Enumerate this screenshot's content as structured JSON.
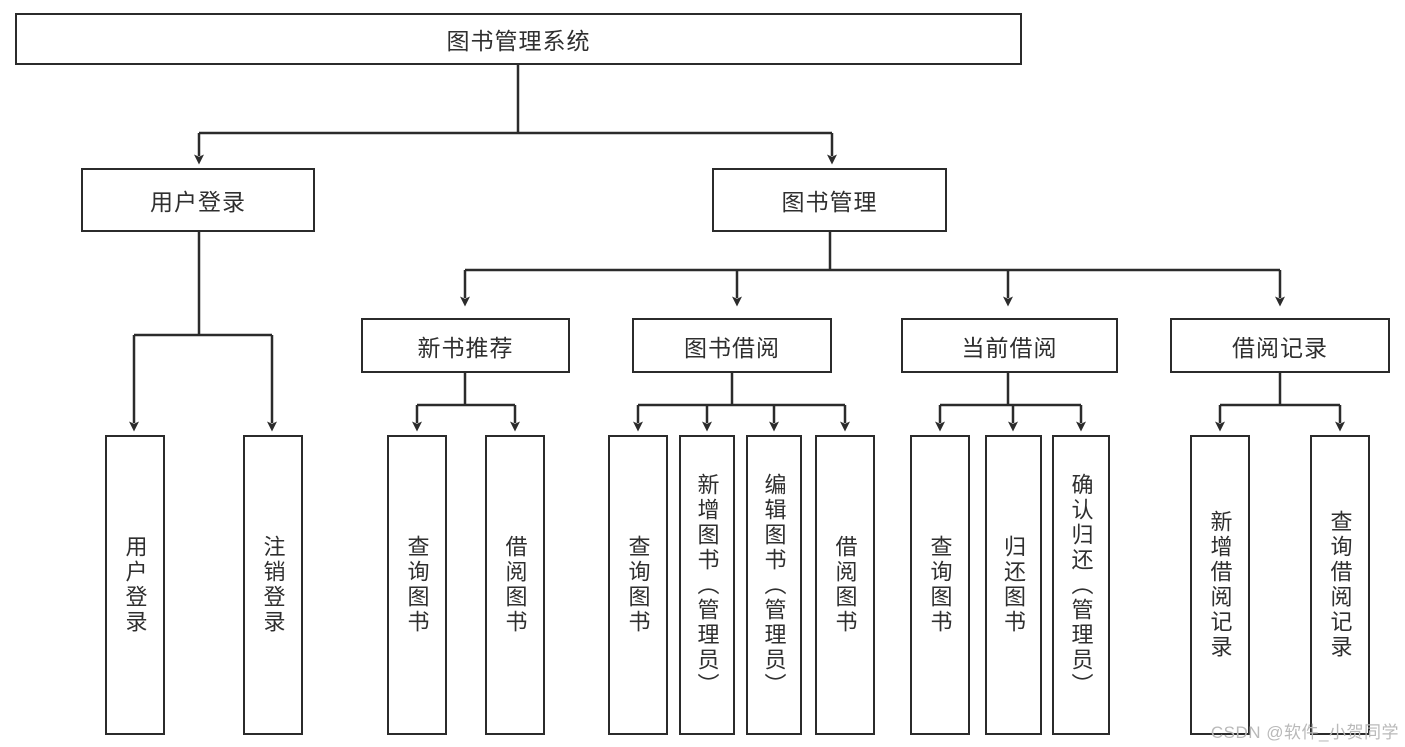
{
  "diagram": {
    "type": "tree",
    "title": "图书管理系统",
    "watermark": "CSDN @软件_小贺同学",
    "colors": {
      "stroke": "#2b2b2b",
      "text": "#2f2f2f",
      "background": "#ffffff",
      "watermark": "#b9b9b9"
    },
    "nodes": {
      "root": {
        "label": "图书管理系统"
      },
      "level2": [
        {
          "id": "user-login",
          "label": "用户登录"
        },
        {
          "id": "book-manage",
          "label": "图书管理"
        }
      ],
      "level3": [
        {
          "id": "new-book-recommend",
          "label": "新书推荐"
        },
        {
          "id": "book-borrow",
          "label": "图书借阅"
        },
        {
          "id": "current-borrow",
          "label": "当前借阅"
        },
        {
          "id": "borrow-record",
          "label": "借阅记录"
        }
      ],
      "leaves": {
        "user-login": [
          {
            "id": "leaf-user-login",
            "label": "用户登录"
          },
          {
            "id": "leaf-logout-login",
            "label": "注销登录"
          }
        ],
        "new-book-recommend": [
          {
            "id": "leaf-query-book-1",
            "label": "查询图书"
          },
          {
            "id": "leaf-borrow-book-1",
            "label": "借阅图书"
          }
        ],
        "book-borrow": [
          {
            "id": "leaf-query-book-2",
            "label": "查询图书"
          },
          {
            "id": "leaf-add-book",
            "label": "新增图书（管理员）"
          },
          {
            "id": "leaf-edit-book",
            "label": "编辑图书（管理员）"
          },
          {
            "id": "leaf-borrow-book-2",
            "label": "借阅图书"
          }
        ],
        "current-borrow": [
          {
            "id": "leaf-query-book-3",
            "label": "查询图书"
          },
          {
            "id": "leaf-return-book",
            "label": "归还图书"
          },
          {
            "id": "leaf-confirm-return",
            "label": "确认归还（管理员）"
          }
        ],
        "borrow-record": [
          {
            "id": "leaf-add-record",
            "label": "新增借阅记录"
          },
          {
            "id": "leaf-query-record",
            "label": "查询借阅记录"
          }
        ]
      }
    },
    "edges": [
      {
        "from": "图书管理系统",
        "to": "用户登录"
      },
      {
        "from": "图书管理系统",
        "to": "图书管理"
      },
      {
        "from": "用户登录",
        "to": "用户登录"
      },
      {
        "from": "用户登录",
        "to": "注销登录"
      },
      {
        "from": "图书管理",
        "to": "新书推荐"
      },
      {
        "from": "图书管理",
        "to": "图书借阅"
      },
      {
        "from": "图书管理",
        "to": "当前借阅"
      },
      {
        "from": "图书管理",
        "to": "借阅记录"
      },
      {
        "from": "新书推荐",
        "to": "查询图书"
      },
      {
        "from": "新书推荐",
        "to": "借阅图书"
      },
      {
        "from": "图书借阅",
        "to": "查询图书"
      },
      {
        "from": "图书借阅",
        "to": "新增图书（管理员）"
      },
      {
        "from": "图书借阅",
        "to": "编辑图书（管理员）"
      },
      {
        "from": "图书借阅",
        "to": "借阅图书"
      },
      {
        "from": "当前借阅",
        "to": "查询图书"
      },
      {
        "from": "当前借阅",
        "to": "归还图书"
      },
      {
        "from": "当前借阅",
        "to": "确认归还（管理员）"
      },
      {
        "from": "借阅记录",
        "to": "新增借阅记录"
      },
      {
        "from": "借阅记录",
        "to": "查询借阅记录"
      }
    ]
  }
}
